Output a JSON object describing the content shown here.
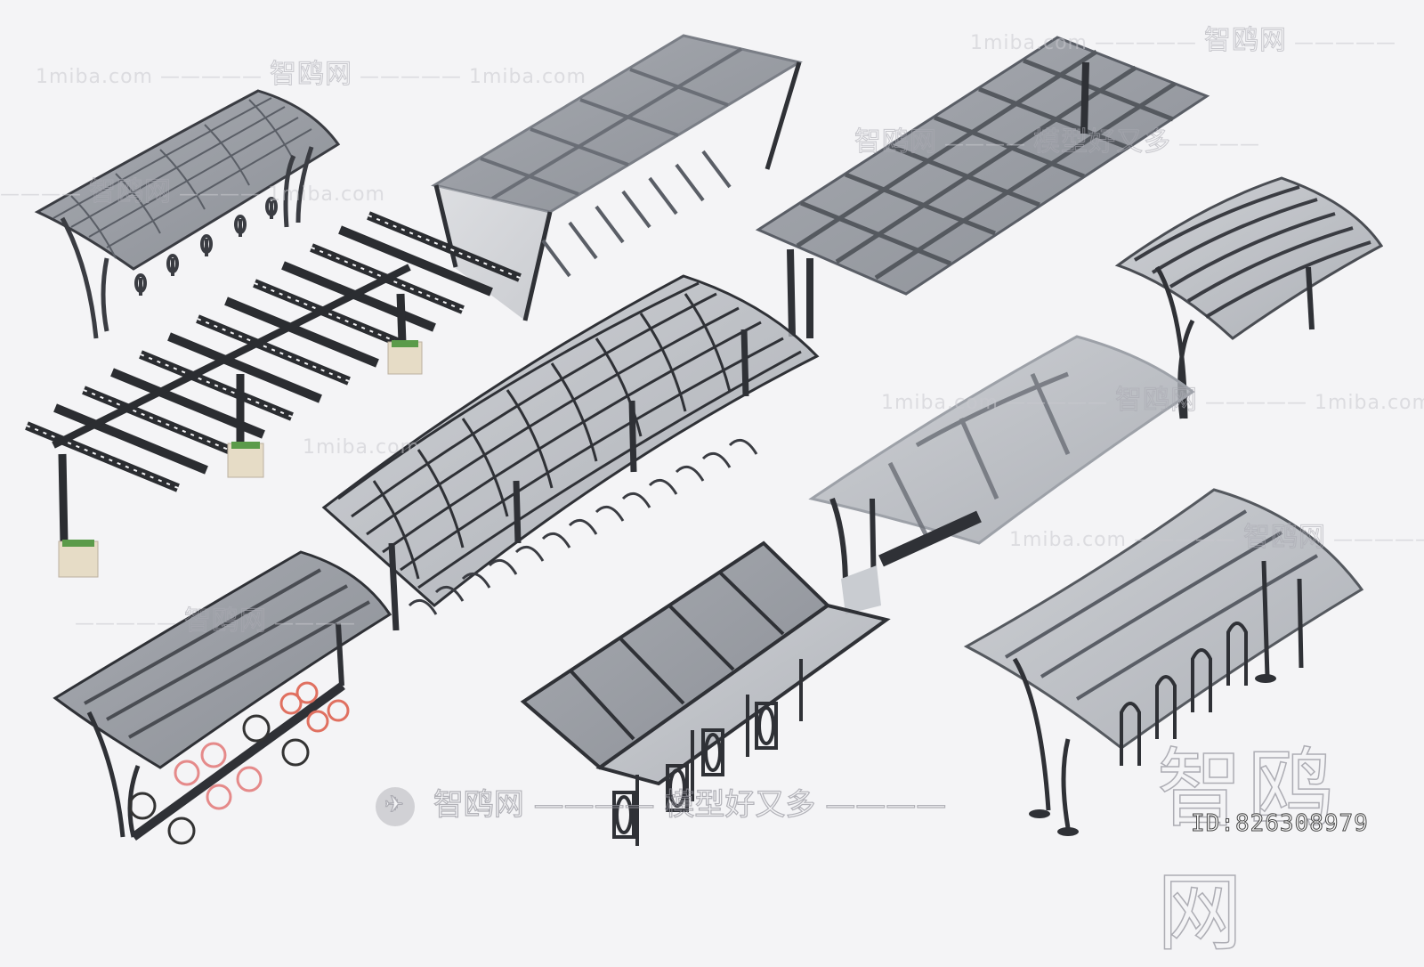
{
  "image": {
    "subject": "Bicycle shelter 3D model collection",
    "background_color": "#f4f4f6",
    "shelter_frame_color": "#3a3c42",
    "shelter_glass_color": "#8e9299",
    "bike_pink_color": "#e58a8a"
  },
  "shelters": [
    {
      "id": 1,
      "label": "curved-roof-shelter-with-racks"
    },
    {
      "id": 2,
      "label": "flat-roof-shelter-with-side-glass"
    },
    {
      "id": 3,
      "label": "flat-grid-roof-shelter"
    },
    {
      "id": 4,
      "label": "curved-cantilever-shelter"
    },
    {
      "id": 5,
      "label": "pergola-ladder-shelter-with-planters"
    },
    {
      "id": 6,
      "label": "long-arched-shelter"
    },
    {
      "id": 7,
      "label": "domed-glass-shelter"
    },
    {
      "id": 8,
      "label": "curved-shelter-with-bicycles"
    },
    {
      "id": 9,
      "label": "butterfly-roof-shelter"
    },
    {
      "id": 10,
      "label": "curved-shelter-with-hoop-racks"
    }
  ],
  "watermarks": {
    "site": "1miba.com",
    "brand_cn": "智鸥网",
    "slogan_cn": "模型好又多",
    "dashes": "—————",
    "short_dashes": "————",
    "big_brand": "智鸥网",
    "id_text": "ID:826308979"
  }
}
